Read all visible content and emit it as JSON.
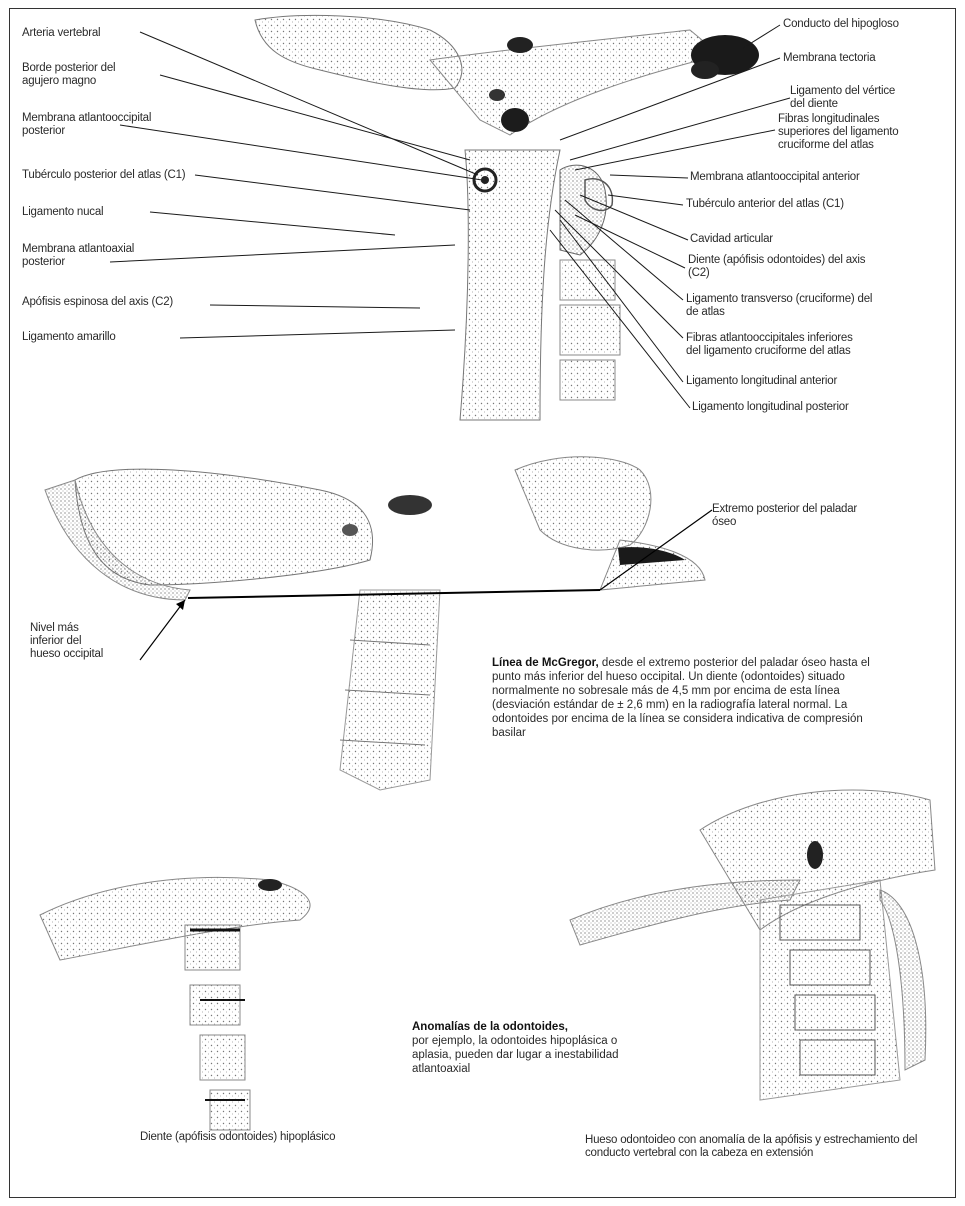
{
  "panel1": {
    "labels_left": [
      "Arteria vertebral",
      "Borde posterior del\nagujero magno",
      "Membrana atlantooccipital\nposterior",
      "Tubérculo posterior del atlas (C1)",
      "Ligamento nucal",
      "Membrana atlantoaxial\nposterior",
      "Apófisis espinosa del axis (C2)",
      "Ligamento amarillo"
    ],
    "labels_right": [
      "Conducto del hipogloso",
      "Membrana tectoria",
      "Ligamento del vértice\ndel diente",
      "Fibras longitudinales\nsuperiores del ligamento\ncruciforme del atlas",
      "Membrana atlantooccipital anterior",
      "Tubérculo anterior del atlas (C1)",
      "Cavidad articular",
      "Diente (apófisis odontoides) del axis\n(C2)",
      "Ligamento transverso (cruciforme) del\nde atlas",
      "Fibras atlantooccipitales inferiores\ndel ligamento cruciforme del atlas",
      "Ligamento longitudinal anterior",
      "Ligamento longitudinal posterior"
    ]
  },
  "panel2": {
    "label_palate": "Extremo posterior del paladar\nóseo",
    "label_opisthion": "Nivel más\ninferior del\nhueso occipital",
    "caption_title": "Línea de McGregor,",
    "caption_body": " desde el extremo posterior del paladar óseo hasta el punto más inferior del hueso occipital. Un diente (odontoides) situado normalmente no sobresale más de 4,5 mm por encima de esta línea (desviación estándar de ± 2,6 mm) en la radiografía lateral normal. La odontoides por encima de la línea se considera indicativa de compresión basilar"
  },
  "panel3": {
    "caption_title": "Anomalías de la odontoides,",
    "caption_body": "por ejemplo, la odontoides hipoplásica o aplasia, pueden dar lugar a inestabilidad atlantoaxial",
    "label_left": "Diente (apófisis odontoides) hipoplásico",
    "label_right": "Hueso odontoideo con anomalía de la apófisis y estrechamiento del conducto vertebral con la cabeza en extensión"
  },
  "colors": {
    "ink": "#2a2a2a",
    "line": "#1a1a1a",
    "frame": "#333333"
  }
}
